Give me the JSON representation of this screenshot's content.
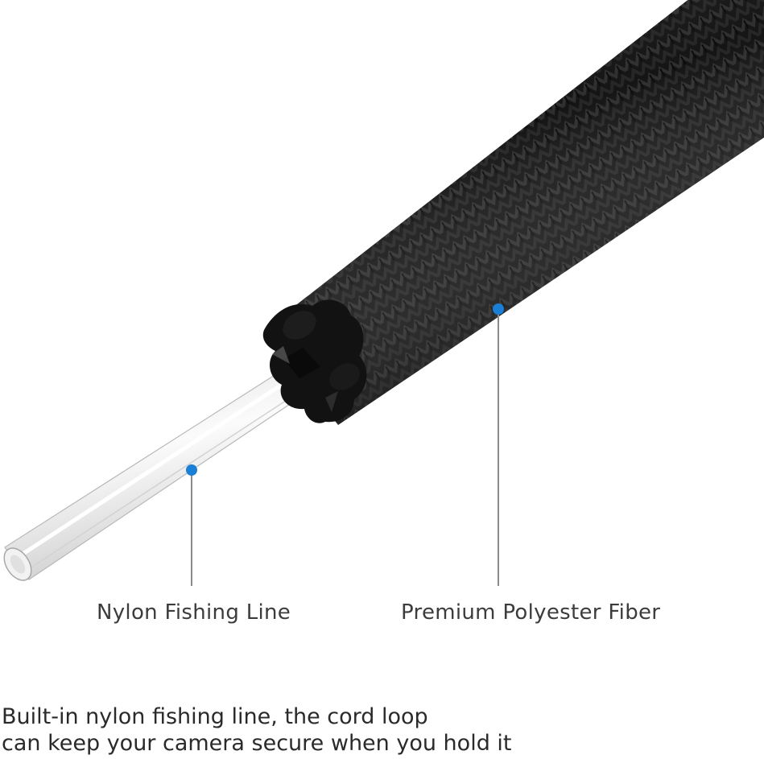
{
  "callouts": {
    "nylon_label": "Nylon Fishing Line",
    "polyester_label": "Premium Polyester Fiber"
  },
  "caption": {
    "line1": "Built-in nylon fishing line, the cord loop",
    "line2": "can keep your camera secure when you hold it"
  },
  "colors": {
    "marker": "#1a7fd6",
    "leader": "#8a8a8a",
    "cord": "#141414",
    "text": "#3c3c3c"
  }
}
